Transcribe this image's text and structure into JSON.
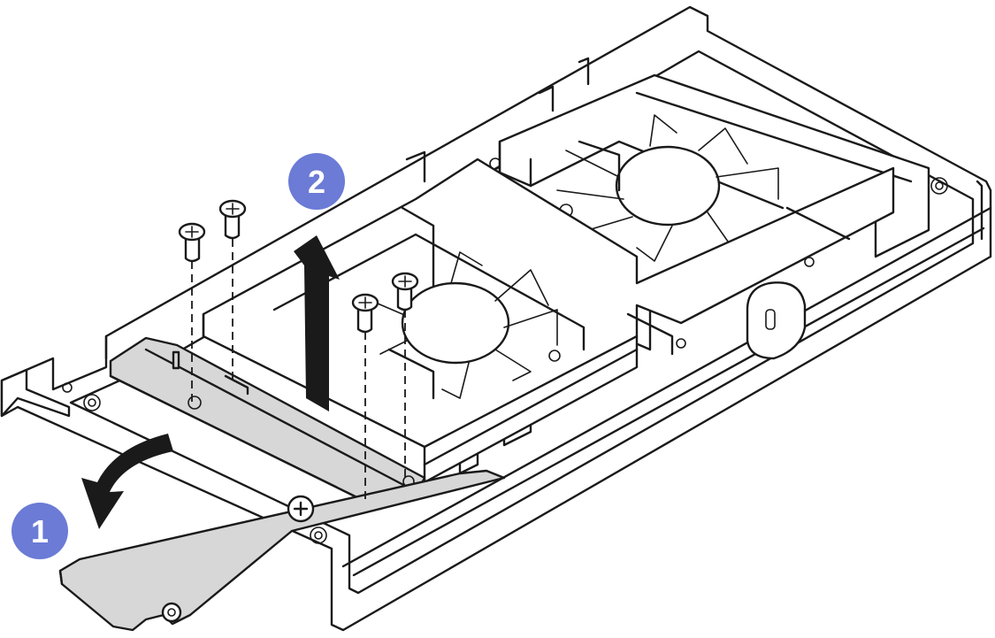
{
  "diagram": {
    "steps": [
      {
        "number": "1",
        "meaning": "rotate-cover-open"
      },
      {
        "number": "2",
        "meaning": "lift-fan-assembly"
      }
    ],
    "colors": {
      "badge": "#6b7bd6",
      "badge_text": "#ffffff",
      "line": "#1a1a1a",
      "highlight_part": "#d7d7d7",
      "arrow": "#1a1a1a"
    },
    "icons": [
      "screw-icon",
      "fan-icon",
      "lift-arrow-icon",
      "rotate-arrow-icon"
    ]
  }
}
